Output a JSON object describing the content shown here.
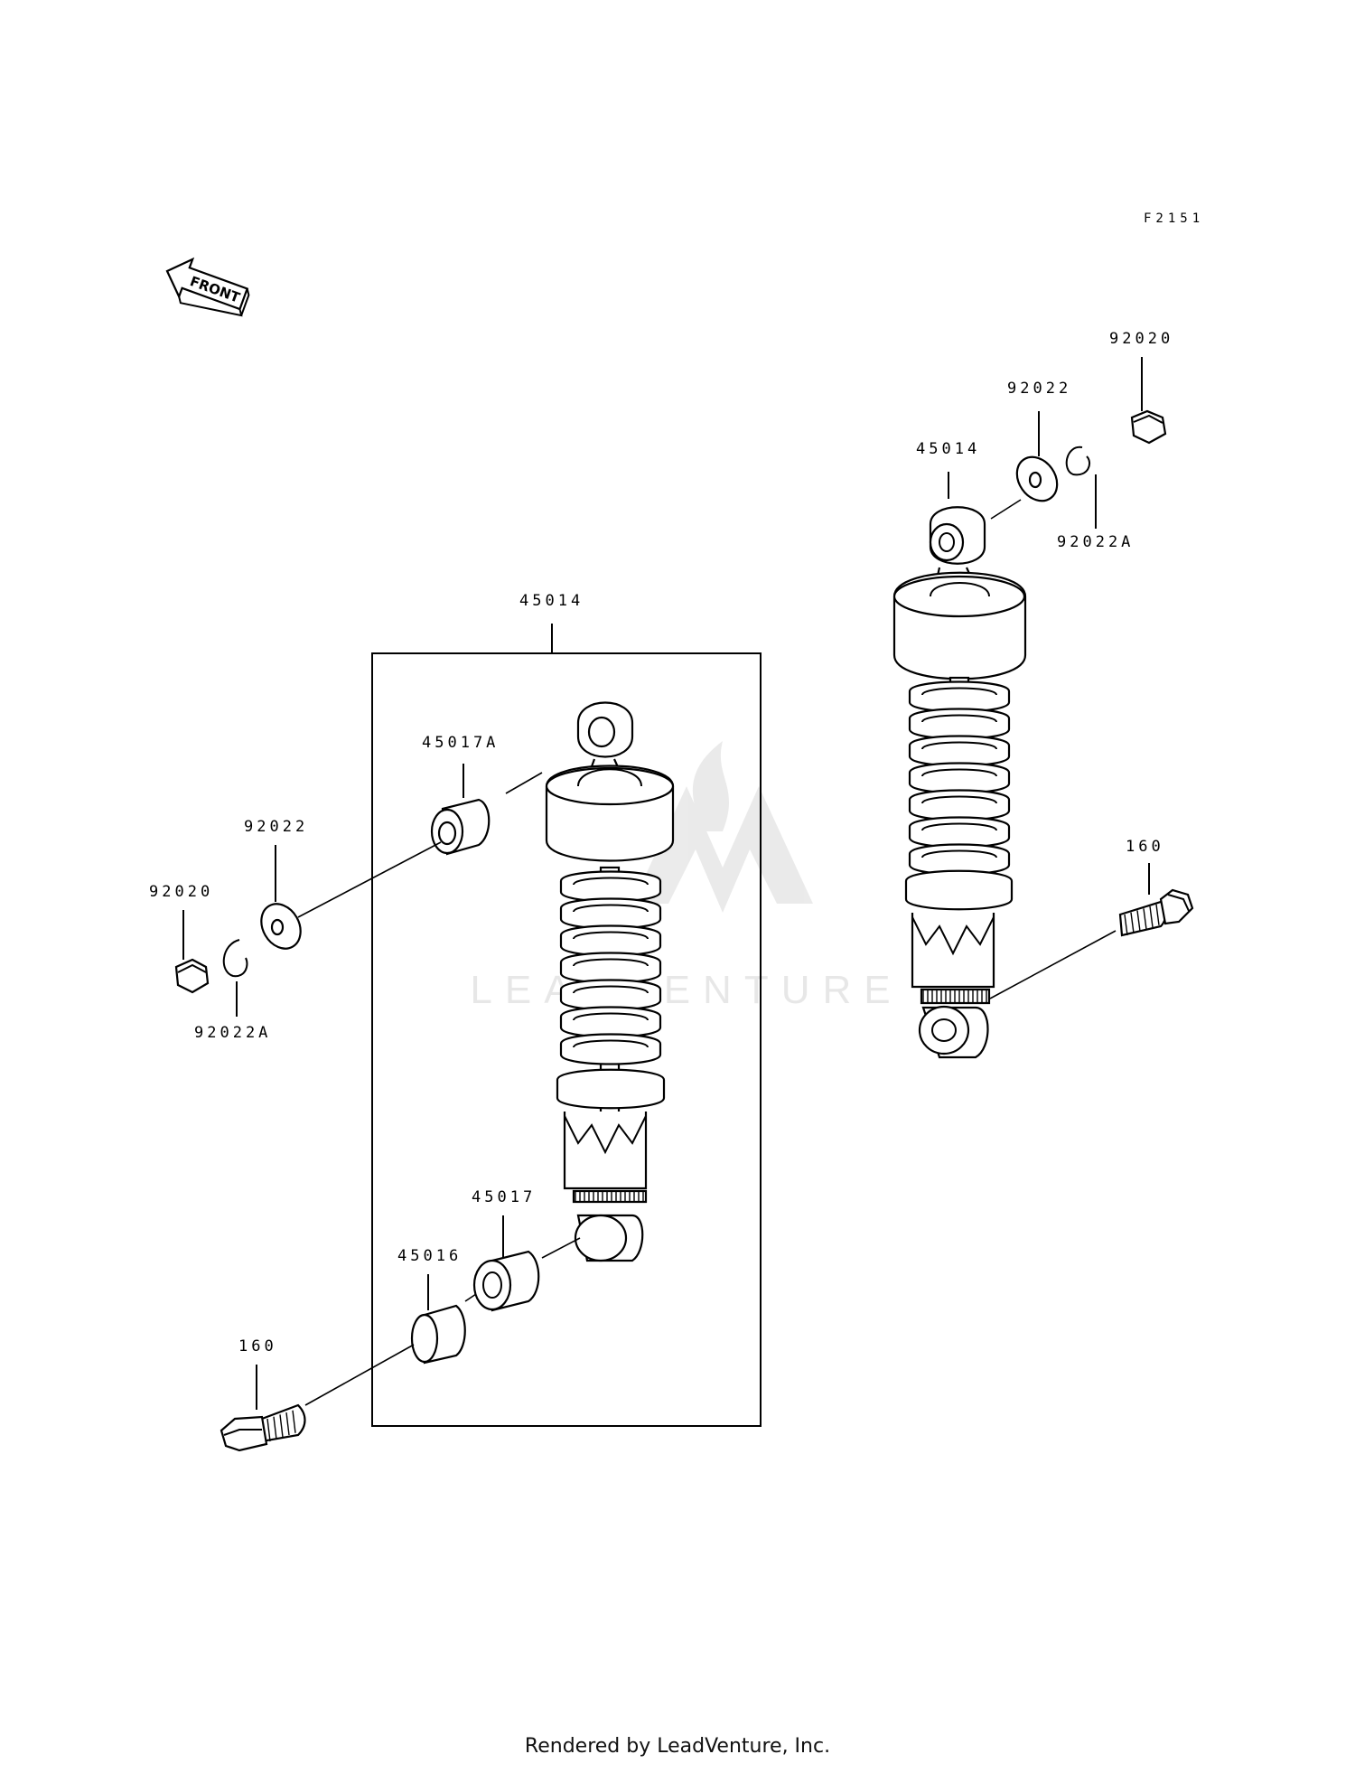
{
  "diagram_code": "F2151",
  "front_arrow_label": "FRONT",
  "watermark": "LEADVENTURE",
  "footer": "Rendered by LeadVenture, Inc.",
  "parts": {
    "left": {
      "assembly": "45014",
      "bushing_top": "45017A",
      "washer": "92022",
      "nut": "92020",
      "clip": "92022A",
      "bushing_bottom": "45017",
      "collar": "45016",
      "bolt": "160"
    },
    "right": {
      "assembly": "45014",
      "washer": "92022",
      "nut": "92020",
      "clip": "92022A",
      "bolt": "160"
    }
  }
}
